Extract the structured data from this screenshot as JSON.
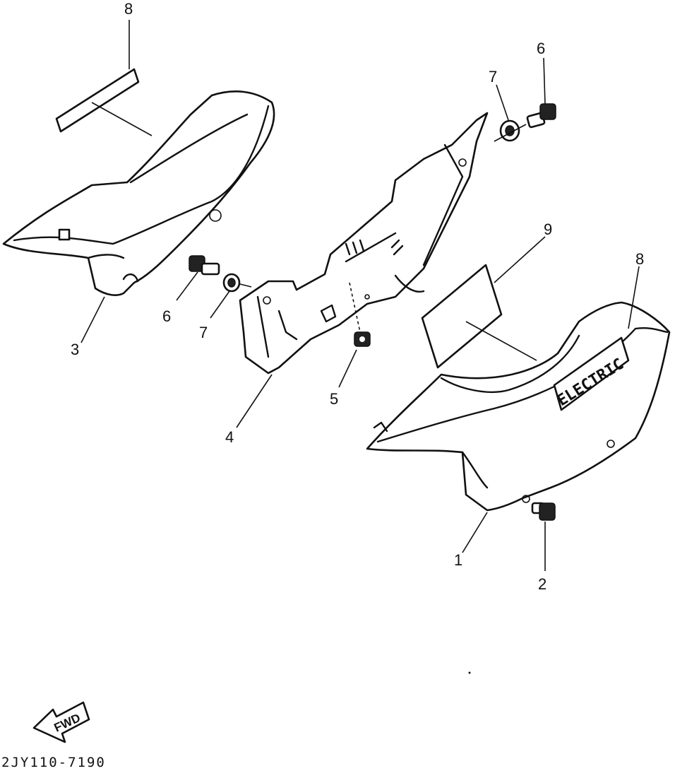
{
  "diagram": {
    "callouts": [
      {
        "id": "c8a",
        "label": "8"
      },
      {
        "id": "c7a",
        "label": "7"
      },
      {
        "id": "c6a",
        "label": "6"
      },
      {
        "id": "c9",
        "label": "9"
      },
      {
        "id": "c8b",
        "label": "8"
      },
      {
        "id": "c6b",
        "label": "6"
      },
      {
        "id": "c7b",
        "label": "7"
      },
      {
        "id": "c3",
        "label": "3"
      },
      {
        "id": "c5",
        "label": "5"
      },
      {
        "id": "c4",
        "label": "4"
      },
      {
        "id": "c1",
        "label": "1"
      },
      {
        "id": "c2",
        "label": "2"
      }
    ],
    "emblem_text": "ELECTRIC",
    "fwd_text": "FWD",
    "drawing_code": "2JY110-7190"
  }
}
